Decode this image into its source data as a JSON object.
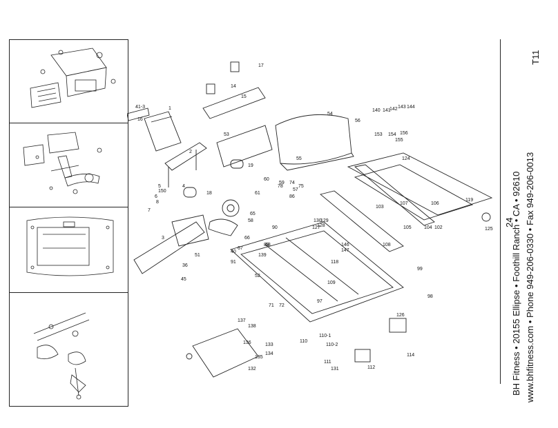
{
  "page": {
    "code": "T11",
    "number": "24",
    "company_line": "BH Fitness  •  20155 Ellipse  •  Foothill Ranch  •  CA  •  92610",
    "contact_line": "www.bhfitness.com  •  Phone 949-206-0330  •  Fax 949-206-0013"
  },
  "callouts": [
    "1",
    "2",
    "3",
    "4",
    "5",
    "6",
    "7",
    "8",
    "14",
    "15",
    "16",
    "17",
    "18",
    "19",
    "36",
    "40",
    "41-3",
    "45",
    "51",
    "52",
    "53",
    "54",
    "55",
    "56",
    "57",
    "58",
    "59",
    "60",
    "61",
    "65",
    "66",
    "67",
    "68",
    "71",
    "72",
    "74",
    "75",
    "78",
    "86",
    "88",
    "90",
    "91",
    "97",
    "98",
    "99",
    "102",
    "103",
    "104",
    "105",
    "106",
    "107",
    "108",
    "109",
    "110",
    "110-1",
    "110-2",
    "111",
    "112",
    "114",
    "118",
    "119",
    "124",
    "125",
    "126",
    "127",
    "128",
    "129",
    "130",
    "131",
    "132",
    "133",
    "134",
    "135",
    "136",
    "137",
    "138",
    "139",
    "140",
    "141",
    "142",
    "143",
    "144",
    "146",
    "147",
    "150",
    "153",
    "154",
    "155",
    "156"
  ],
  "colors": {
    "line": "#222222",
    "paper": "#ffffff"
  }
}
